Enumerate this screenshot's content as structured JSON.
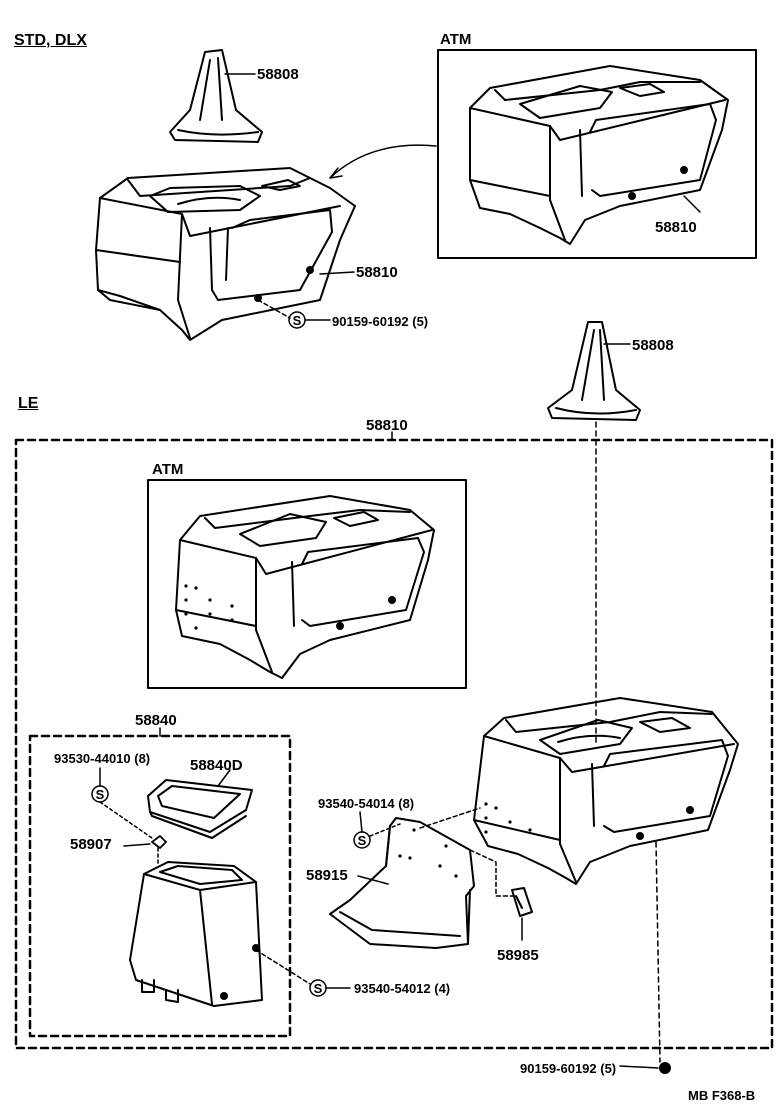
{
  "sections": {
    "std_dlx": "STD, DLX",
    "le": "LE"
  },
  "insets": {
    "atm_top": "ATM",
    "atm_le": "ATM"
  },
  "parts": {
    "boot_top": "58808",
    "box_std": "58810",
    "box_std_atm": "58810",
    "screw_std": "90159-60192 (5)",
    "boot_le": "58808",
    "box_le": "58810",
    "group_58840": "58840",
    "nut_93530": "93530-44010 (8)",
    "lid_58840D": "58840D",
    "clip_58907": "58907",
    "screw_93540_54014": "93540-54014 (8)",
    "panel_58915": "58915",
    "screw_93540_54012": "93540-54012 (4)",
    "clip_58985": "58985",
    "screw_bottom": "90159-60192 (5)"
  },
  "symbols": {
    "screw_marker": "S"
  },
  "footer": {
    "code": "MB  F368-B"
  },
  "icons": [
    "shift-boot-icon",
    "console-box-icon",
    "armrest-box-icon",
    "lid-icon",
    "side-panel-icon",
    "clip-icon",
    "screw-icon",
    "arrow-icon"
  ]
}
